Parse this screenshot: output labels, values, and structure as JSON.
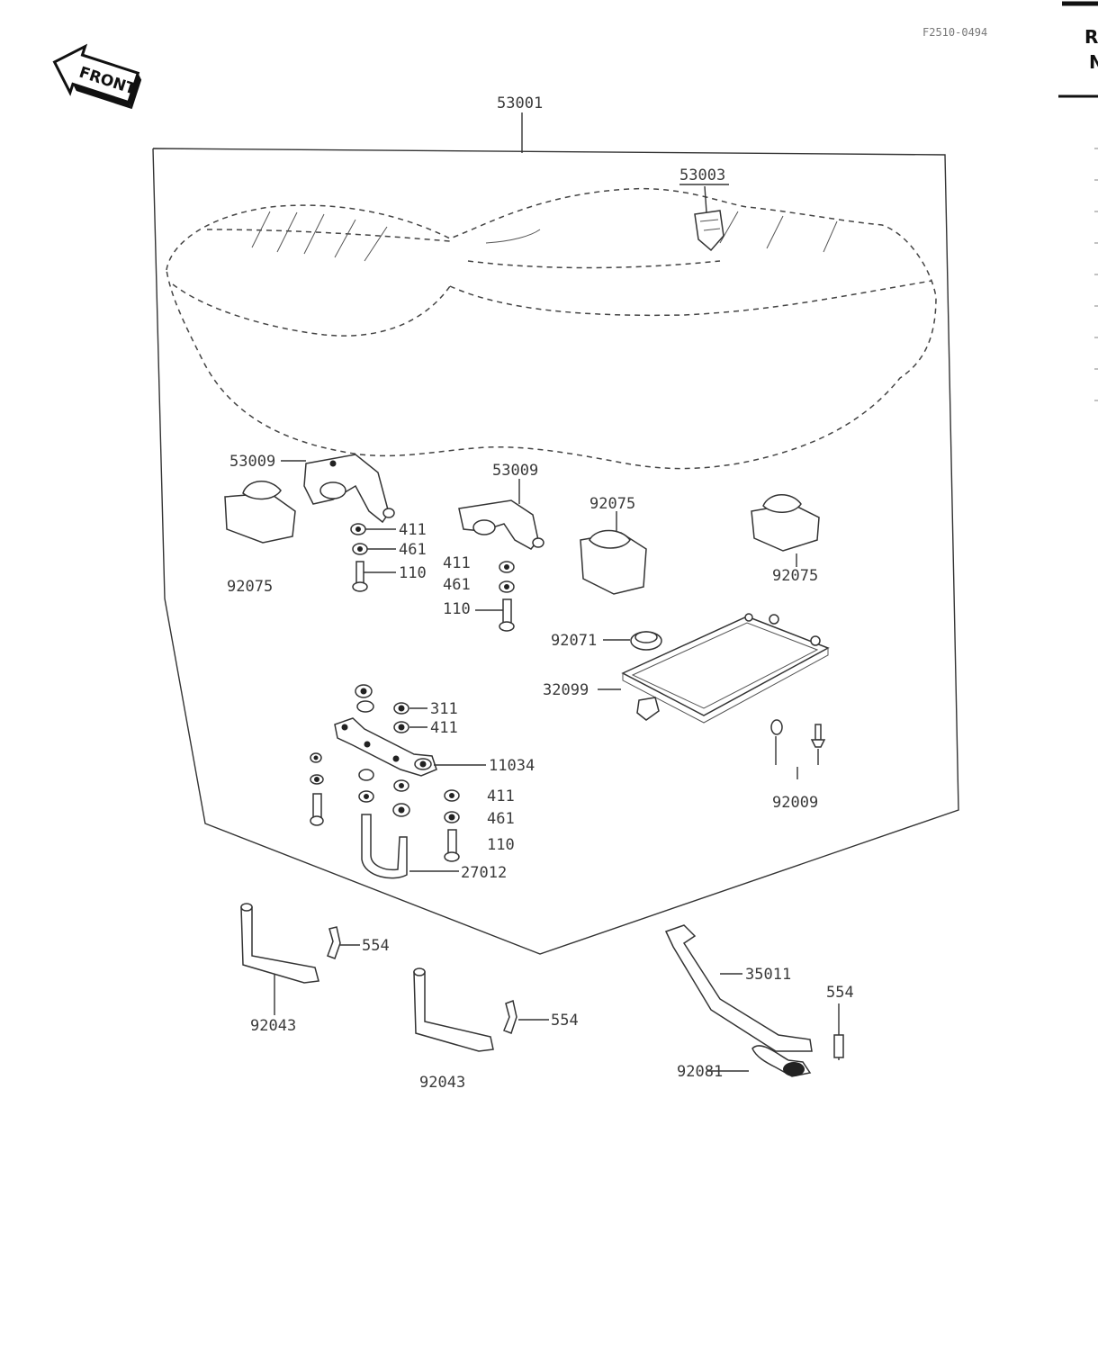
{
  "header": {
    "drawing_code": "F2510-0494",
    "front_label": "FRONT",
    "edge_text_1": "R",
    "edge_text_2": "N"
  },
  "labels": {
    "l53001": "53001",
    "l53003": "53003",
    "l53009a": "53009",
    "l53009b": "53009",
    "l92075a": "92075",
    "l92075b": "92075",
    "l92075c": "92075",
    "l411a": "411",
    "l461a": "461",
    "l110a": "110",
    "l411b": "411",
    "l461b": "461",
    "l110b": "110",
    "l92071": "92071",
    "l32099": "32099",
    "l92009": "92009",
    "l311": "311",
    "l411c": "411",
    "l11034": "11034",
    "l411d": "411",
    "l461c": "461",
    "l110c": "110",
    "l27012": "27012",
    "l554a": "554",
    "l92043a": "92043",
    "l554b": "554",
    "l92043b": "92043",
    "l35011": "35011",
    "l554c": "554",
    "l92081": "92081"
  }
}
